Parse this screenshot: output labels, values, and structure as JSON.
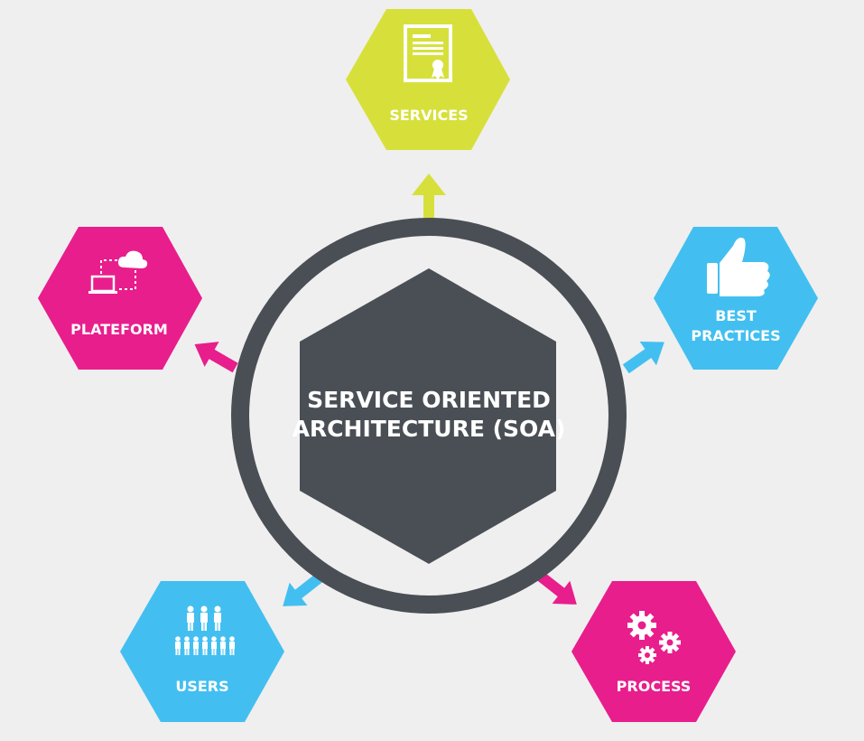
{
  "center": {
    "line1": "SERVICE ORIENTED",
    "line2": "ARCHITECTURE (SOA)"
  },
  "nodes": {
    "services": {
      "label": "SERVICES",
      "color": "#d7e03b",
      "icon": "certificate-icon"
    },
    "best_practices": {
      "label_line1": "BEST",
      "label_line2": "PRACTICES",
      "color": "#42bff0",
      "icon": "thumbs-up-icon"
    },
    "process": {
      "label": "PROCESS",
      "color": "#e81e8c",
      "icon": "gears-icon"
    },
    "users": {
      "label": "USERS",
      "color": "#42bff0",
      "icon": "people-icon"
    },
    "plateform": {
      "label": "PLATEFORM",
      "color": "#e81e8c",
      "icon": "cloud-laptop-icon"
    }
  },
  "colors": {
    "background": "#efefef",
    "ring": "#4a4f55",
    "center_hex": "#4a4f55"
  }
}
